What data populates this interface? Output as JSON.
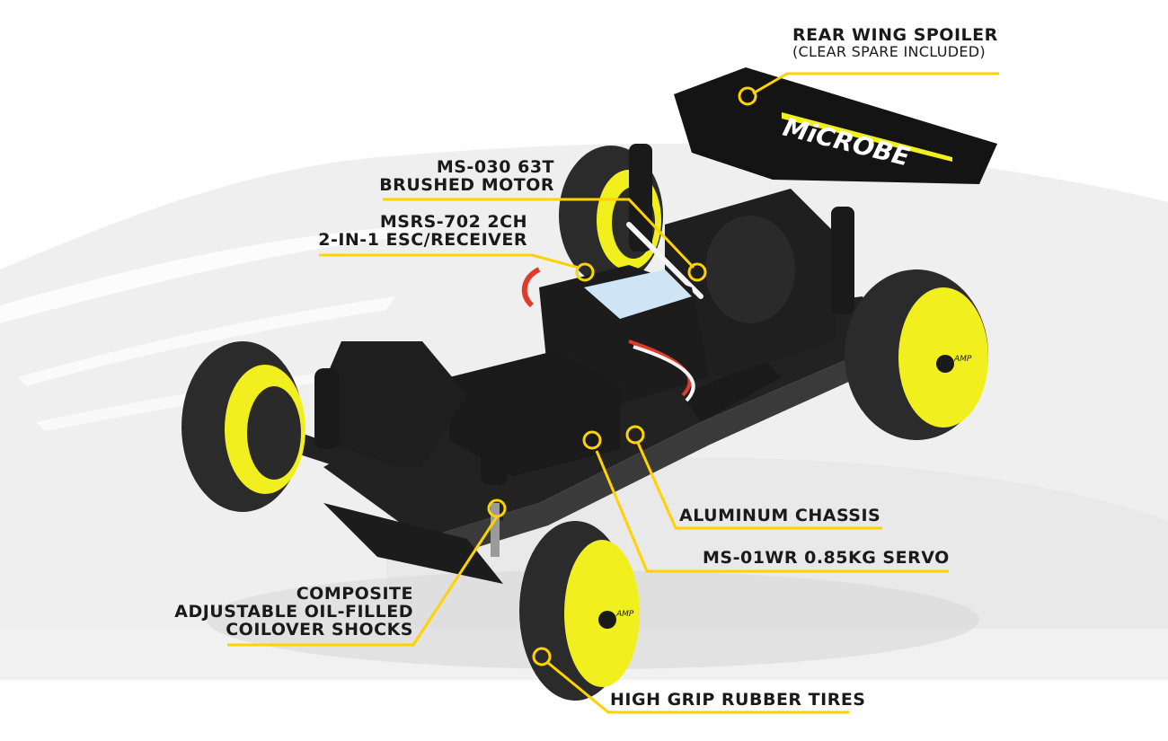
{
  "product": {
    "wing_brand": "MiCROBE",
    "hub_brand": "AMP"
  },
  "colors": {
    "accent": "#FFD200",
    "text": "#1a1a1a",
    "background": "#ffffff",
    "brush": "#ececec",
    "floor_shadow": "#f1f1f1",
    "chassis": "#1c1c1c",
    "wheel": "#f2ef1e",
    "tire": "#2b2b2b",
    "esc_label": "#cfe4f4"
  },
  "callouts": [
    {
      "id": "rear-wing",
      "title": "REAR WING SPOILER",
      "subtitle": "(CLEAR SPARE INCLUDED)"
    },
    {
      "id": "motor",
      "title": "MS-030 63T",
      "title2": "BRUSHED MOTOR"
    },
    {
      "id": "esc",
      "title": "MSRS-702 2CH",
      "title2": "2-IN-1 ESC/RECEIVER"
    },
    {
      "id": "chassis",
      "title": "ALUMINUM CHASSIS"
    },
    {
      "id": "servo",
      "title": "MS-01WR 0.85KG SERVO"
    },
    {
      "id": "shocks",
      "title": "COMPOSITE",
      "title2": "ADJUSTABLE OIL-FILLED",
      "title3": "COILOVER SHOCKS"
    },
    {
      "id": "tires",
      "title": "HIGH GRIP RUBBER TIRES"
    }
  ]
}
